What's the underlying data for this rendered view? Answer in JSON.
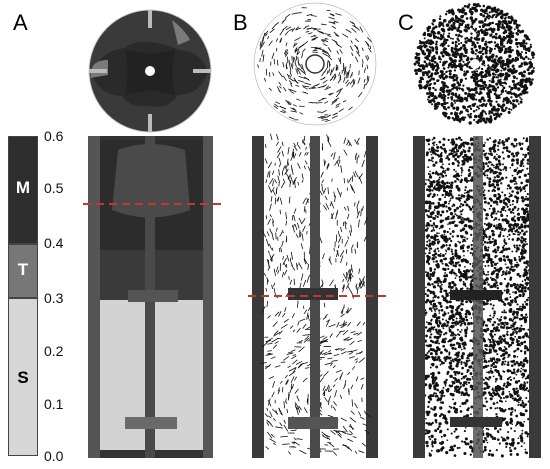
{
  "panels": [
    {
      "id": "A",
      "label": "A"
    },
    {
      "id": "B",
      "label": "B"
    },
    {
      "id": "C",
      "label": "C"
    }
  ],
  "scale": {
    "ticks": [
      "0.6",
      "0.5",
      "0.4",
      "0.3",
      "0.2",
      "0.1",
      "0.0"
    ]
  },
  "zones": [
    {
      "id": "mixing",
      "label": "M",
      "from": 0.41,
      "to": 0.6,
      "color": "#2e2e2e",
      "text_color": "#ffffff"
    },
    {
      "id": "transition",
      "label": "T",
      "from": 0.3,
      "to": 0.41,
      "color": "#777777",
      "text_color": "#ffffff"
    },
    {
      "id": "settling",
      "label": "S",
      "from": 0.0,
      "to": 0.3,
      "color": "#d6d6d6",
      "text_color": "#000000"
    }
  ],
  "colors": {
    "dark_fill": "#2b2b2b",
    "mid_fill": "#8a8a8a",
    "light_fill": "#d3d3d3",
    "marker_line": "#c0392b",
    "shaft": "#4a4a4a"
  }
}
